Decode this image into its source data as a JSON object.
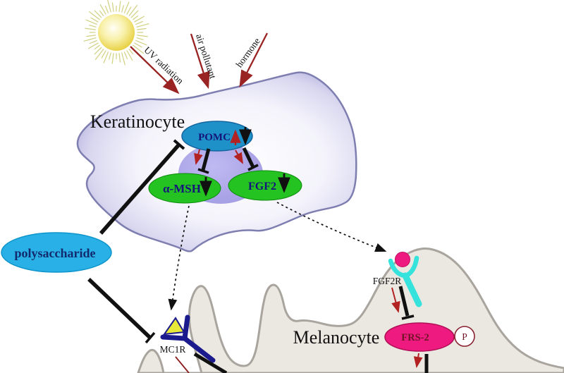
{
  "diagram": {
    "cells": {
      "keratinocyte": "Keratinocyte",
      "melanocyte": "Melanocyte"
    },
    "stimuli": {
      "uv": "UV radiation",
      "pollutant": "air pollutant",
      "hormone": "hormone"
    },
    "molecules": {
      "pomc": "POMC",
      "amsh": "α-MSH",
      "fgf2": "FGF2",
      "polysaccharide": "polysaccharide",
      "frs2": "FRS-2",
      "phosphate": "P"
    },
    "receptors": {
      "mc1r": "MC1R",
      "fgf2r": "FGF2R"
    },
    "colors": {
      "pomc_fill": "#1e92c8",
      "green_fill": "#25c322",
      "cyan_fill": "#29b0e6",
      "magenta_fill": "#ee1a80",
      "navy_text": "#14147a",
      "maroon_text": "#701525",
      "receptor_navy": "#1b1b8e",
      "receptor_cyan": "#35e3dc",
      "ligand_yellow": "#e8e838",
      "stimulus_arrow": "#992222",
      "signal_red": "#b22222",
      "inhibition_black": "#111111",
      "keratinocyte_edge": "#7e7eb0",
      "melanocyte_fill": "#ebe8e2",
      "melanocyte_edge": "#a9a59e",
      "nucleus_fill": "#aaa4e8",
      "sun_ray": "#d0d080"
    }
  }
}
